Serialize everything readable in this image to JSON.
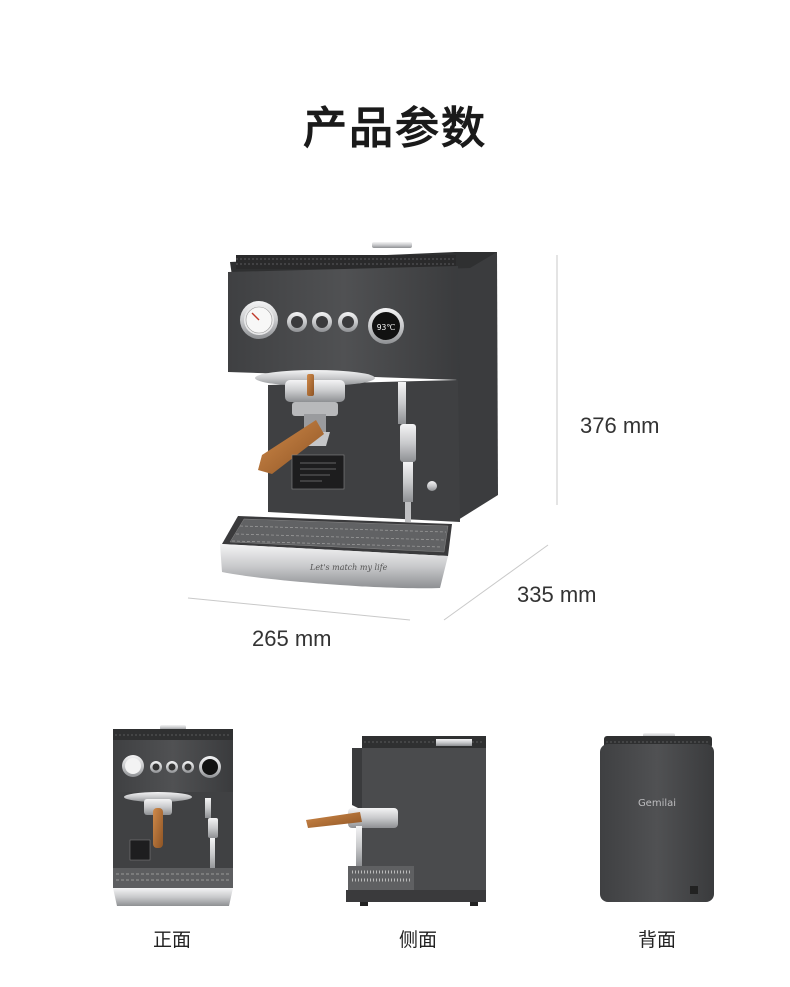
{
  "page": {
    "title": "产品参数"
  },
  "dimensions": {
    "height": "376 mm",
    "depth": "335 mm",
    "width": "265 mm"
  },
  "views": [
    {
      "label": "正面"
    },
    {
      "label": "侧面"
    },
    {
      "label": "背面"
    }
  ],
  "machine": {
    "display_temp": "93℃",
    "brand_mark": "Gemilai",
    "tray_script": "Let's match my life"
  },
  "colors": {
    "body": "#4b4b4d",
    "body_dark": "#3a3a3c",
    "steel": "#d9dadc",
    "wood": "#b8743d"
  }
}
